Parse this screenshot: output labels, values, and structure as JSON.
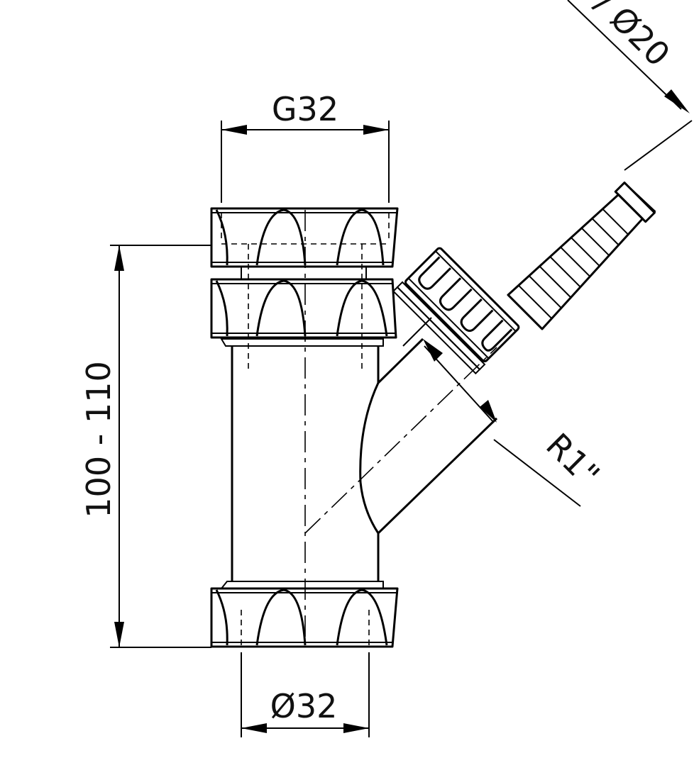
{
  "dimensions": {
    "g32": "G32",
    "height_range": "100 - 110",
    "diameter_32": "Ø32",
    "thread_r1": "R1\"",
    "hose_diameter": "/ Ø20"
  }
}
